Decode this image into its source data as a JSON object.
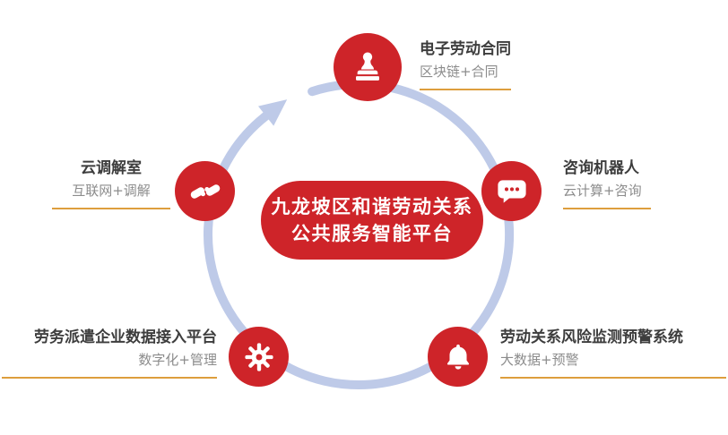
{
  "diagram": {
    "center": {
      "line1": "九龙坡区和谐劳动关系",
      "line2": "公共服务智能平台"
    },
    "nodes": [
      {
        "icon": "stamp-icon",
        "title": "电子劳动合同",
        "subtitle": "区块链+合同"
      },
      {
        "icon": "chat-robot-icon",
        "title": "咨询机器人",
        "subtitle": "云计算+咨询"
      },
      {
        "icon": "bell-icon",
        "title": "劳动关系风险监测预警系统",
        "subtitle": "大数据+预警"
      },
      {
        "icon": "gear-icon",
        "title": "劳务派遣企业数据接入平台",
        "subtitle": "数字化+管理"
      },
      {
        "icon": "handshake-icon",
        "title": "云调解室",
        "subtitle": "互联网+调解"
      }
    ],
    "cycle": {
      "direction": "clockwise"
    },
    "colors": {
      "node_red": "#ce2429",
      "underline_orange": "#dd9e3d",
      "arc_blue": "#becae8",
      "title_text": "#3d3d3d",
      "subtitle_text": "#8c8c8c"
    }
  }
}
